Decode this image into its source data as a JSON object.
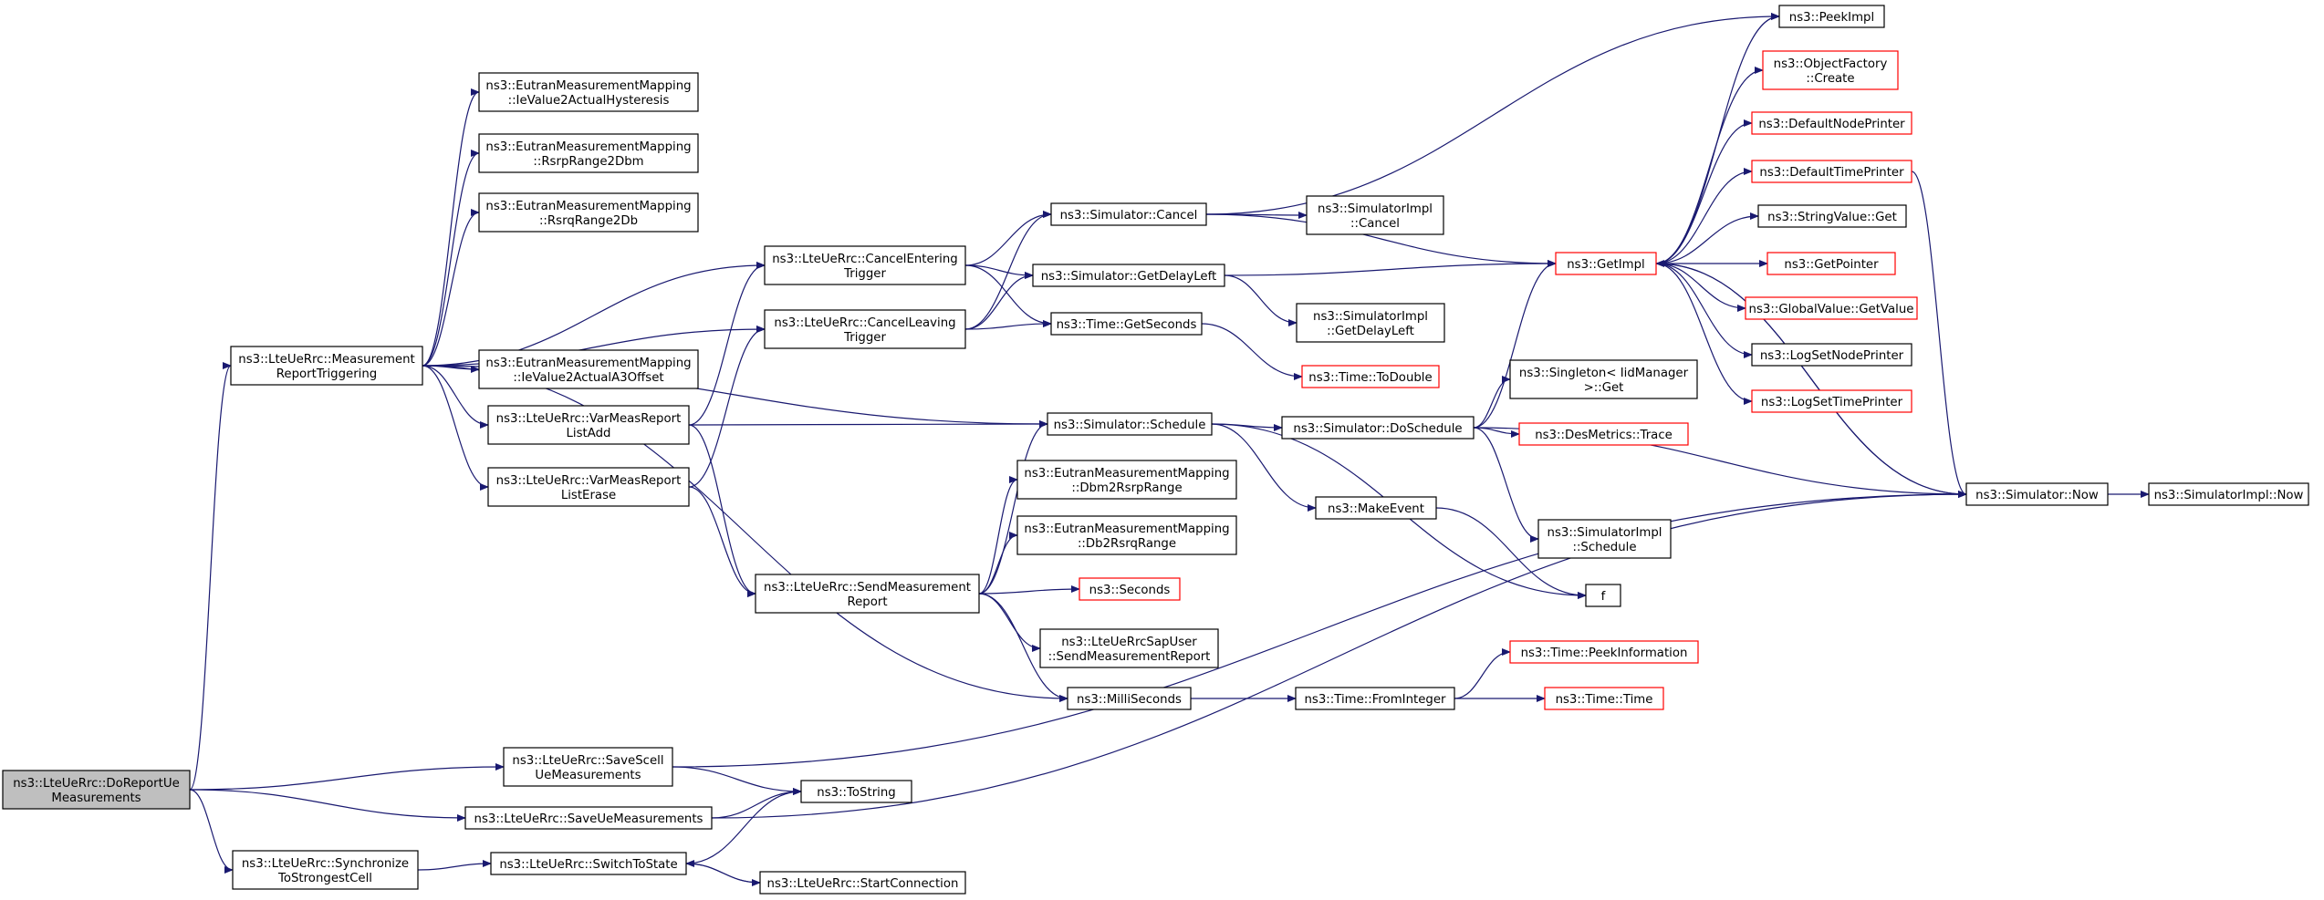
{
  "graph": {
    "nodes": [
      {
        "id": "root",
        "lines": [
          "ns3::LteUeRrc::DoReportUe",
          "Measurements"
        ],
        "style": "root"
      },
      {
        "id": "mrt",
        "lines": [
          "ns3::LteUeRrc::Measurement",
          "ReportTriggering"
        ],
        "style": "normal"
      },
      {
        "id": "ssum",
        "lines": [
          "ns3::LteUeRrc::SaveScell",
          "UeMeasurements"
        ],
        "style": "normal"
      },
      {
        "id": "sum",
        "lines": [
          "ns3::LteUeRrc::SaveUeMeasurements"
        ],
        "style": "normal"
      },
      {
        "id": "sync",
        "lines": [
          "ns3::LteUeRrc::Synchronize",
          "ToStrongestCell"
        ],
        "style": "normal"
      },
      {
        "id": "hyst",
        "lines": [
          "ns3::EutranMeasurementMapping",
          "::IeValue2ActualHysteresis"
        ],
        "style": "normal"
      },
      {
        "id": "rsrp2dbm",
        "lines": [
          "ns3::EutranMeasurementMapping",
          "::RsrpRange2Dbm"
        ],
        "style": "normal"
      },
      {
        "id": "rsrq2db",
        "lines": [
          "ns3::EutranMeasurementMapping",
          "::RsrqRange2Db"
        ],
        "style": "normal"
      },
      {
        "id": "a3off",
        "lines": [
          "ns3::EutranMeasurementMapping",
          "::IeValue2ActualA3Offset"
        ],
        "style": "normal"
      },
      {
        "id": "vmadd",
        "lines": [
          "ns3::LteUeRrc::VarMeasReport",
          "ListAdd"
        ],
        "style": "normal"
      },
      {
        "id": "vmerase",
        "lines": [
          "ns3::LteUeRrc::VarMeasReport",
          "ListErase"
        ],
        "style": "normal"
      },
      {
        "id": "switch",
        "lines": [
          "ns3::LteUeRrc::SwitchToState"
        ],
        "style": "normal"
      },
      {
        "id": "cet",
        "lines": [
          "ns3::LteUeRrc::CancelEntering",
          "Trigger"
        ],
        "style": "normal"
      },
      {
        "id": "clt",
        "lines": [
          "ns3::LteUeRrc::CancelLeaving",
          "Trigger"
        ],
        "style": "normal"
      },
      {
        "id": "smr",
        "lines": [
          "ns3::LteUeRrc::SendMeasurement",
          "Report"
        ],
        "style": "normal"
      },
      {
        "id": "tostring",
        "lines": [
          "ns3::ToString"
        ],
        "style": "normal"
      },
      {
        "id": "startconn",
        "lines": [
          "ns3::LteUeRrc::StartConnection"
        ],
        "style": "normal"
      },
      {
        "id": "cancel",
        "lines": [
          "ns3::Simulator::Cancel"
        ],
        "style": "normal"
      },
      {
        "id": "getdelay",
        "lines": [
          "ns3::Simulator::GetDelayLeft"
        ],
        "style": "normal"
      },
      {
        "id": "getsec",
        "lines": [
          "ns3::Time::GetSeconds"
        ],
        "style": "normal"
      },
      {
        "id": "schedule",
        "lines": [
          "ns3::Simulator::Schedule"
        ],
        "style": "normal"
      },
      {
        "id": "dbm2rsrp",
        "lines": [
          "ns3::EutranMeasurementMapping",
          "::Dbm2RsrpRange"
        ],
        "style": "normal"
      },
      {
        "id": "db2rsrq",
        "lines": [
          "ns3::EutranMeasurementMapping",
          "::Db2RsrqRange"
        ],
        "style": "normal"
      },
      {
        "id": "seconds",
        "lines": [
          "ns3::Seconds"
        ],
        "style": "red"
      },
      {
        "id": "sapuser",
        "lines": [
          "ns3::LteUeRrcSapUser",
          "::SendMeasurementReport"
        ],
        "style": "normal"
      },
      {
        "id": "milli",
        "lines": [
          "ns3::MilliSeconds"
        ],
        "style": "normal"
      },
      {
        "id": "implcancel",
        "lines": [
          "ns3::SimulatorImpl",
          "::Cancel"
        ],
        "style": "normal"
      },
      {
        "id": "implgetdelay",
        "lines": [
          "ns3::SimulatorImpl",
          "::GetDelayLeft"
        ],
        "style": "normal"
      },
      {
        "id": "todouble",
        "lines": [
          "ns3::Time::ToDouble"
        ],
        "style": "red"
      },
      {
        "id": "dosched",
        "lines": [
          "ns3::Simulator::DoSchedule"
        ],
        "style": "normal"
      },
      {
        "id": "makeevent",
        "lines": [
          "ns3::MakeEvent"
        ],
        "style": "normal"
      },
      {
        "id": "frominteger",
        "lines": [
          "ns3::Time::FromInteger"
        ],
        "style": "normal"
      },
      {
        "id": "getimpl",
        "lines": [
          "ns3::GetImpl"
        ],
        "style": "red"
      },
      {
        "id": "singleton",
        "lines": [
          "ns3::Singleton< IidManager",
          ">::Get"
        ],
        "style": "normal"
      },
      {
        "id": "desmetrics",
        "lines": [
          "ns3::DesMetrics::Trace"
        ],
        "style": "red"
      },
      {
        "id": "implschedule",
        "lines": [
          "ns3::SimulatorImpl",
          "::Schedule"
        ],
        "style": "normal"
      },
      {
        "id": "f",
        "lines": [
          "f"
        ],
        "style": "normal"
      },
      {
        "id": "peekinfo",
        "lines": [
          "ns3::Time::PeekInformation"
        ],
        "style": "red"
      },
      {
        "id": "timetime",
        "lines": [
          "ns3::Time::Time"
        ],
        "style": "red"
      },
      {
        "id": "peekimpl",
        "lines": [
          "ns3::PeekImpl"
        ],
        "style": "normal"
      },
      {
        "id": "objfactory",
        "lines": [
          "ns3::ObjectFactory",
          "::Create"
        ],
        "style": "red"
      },
      {
        "id": "defnode",
        "lines": [
          "ns3::DefaultNodePrinter"
        ],
        "style": "red"
      },
      {
        "id": "deftime",
        "lines": [
          "ns3::DefaultTimePrinter"
        ],
        "style": "red"
      },
      {
        "id": "strget",
        "lines": [
          "ns3::StringValue::Get"
        ],
        "style": "normal"
      },
      {
        "id": "getptr",
        "lines": [
          "ns3::GetPointer"
        ],
        "style": "red"
      },
      {
        "id": "gvget",
        "lines": [
          "ns3::GlobalValue::GetValue"
        ],
        "style": "red"
      },
      {
        "id": "lsnp",
        "lines": [
          "ns3::LogSetNodePrinter"
        ],
        "style": "normal"
      },
      {
        "id": "lstp",
        "lines": [
          "ns3::LogSetTimePrinter"
        ],
        "style": "red"
      },
      {
        "id": "simnow",
        "lines": [
          "ns3::Simulator::Now"
        ],
        "style": "normal"
      },
      {
        "id": "implnow",
        "lines": [
          "ns3::SimulatorImpl::Now"
        ],
        "style": "normal"
      }
    ],
    "edges": [
      [
        "root",
        "mrt"
      ],
      [
        "root",
        "ssum"
      ],
      [
        "root",
        "sum"
      ],
      [
        "root",
        "sync"
      ],
      [
        "mrt",
        "hyst"
      ],
      [
        "mrt",
        "rsrp2dbm"
      ],
      [
        "mrt",
        "rsrq2db"
      ],
      [
        "mrt",
        "cet"
      ],
      [
        "mrt",
        "clt"
      ],
      [
        "mrt",
        "a3off"
      ],
      [
        "mrt",
        "vmadd"
      ],
      [
        "mrt",
        "vmerase"
      ],
      [
        "mrt",
        "schedule"
      ],
      [
        "mrt",
        "milli"
      ],
      [
        "ssum",
        "tostring"
      ],
      [
        "ssum",
        "simnow"
      ],
      [
        "sum",
        "tostring"
      ],
      [
        "sum",
        "simnow"
      ],
      [
        "sync",
        "switch"
      ],
      [
        "switch",
        "tostring"
      ],
      [
        "switch",
        "startconn"
      ],
      [
        "startconn",
        "switch"
      ],
      [
        "vmadd",
        "cet"
      ],
      [
        "vmadd",
        "schedule"
      ],
      [
        "vmadd",
        "smr"
      ],
      [
        "vmerase",
        "clt"
      ],
      [
        "vmerase",
        "smr"
      ],
      [
        "cet",
        "cancel"
      ],
      [
        "cet",
        "getdelay"
      ],
      [
        "cet",
        "getsec"
      ],
      [
        "clt",
        "cancel"
      ],
      [
        "clt",
        "getdelay"
      ],
      [
        "clt",
        "getsec"
      ],
      [
        "smr",
        "schedule"
      ],
      [
        "smr",
        "dbm2rsrp"
      ],
      [
        "smr",
        "db2rsrq"
      ],
      [
        "smr",
        "seconds"
      ],
      [
        "smr",
        "sapuser"
      ],
      [
        "smr",
        "milli"
      ],
      [
        "cancel",
        "peekimpl"
      ],
      [
        "cancel",
        "implcancel"
      ],
      [
        "cancel",
        "getimpl"
      ],
      [
        "getdelay",
        "getimpl"
      ],
      [
        "getdelay",
        "implgetdelay"
      ],
      [
        "getsec",
        "todouble"
      ],
      [
        "schedule",
        "dosched"
      ],
      [
        "schedule",
        "makeevent"
      ],
      [
        "schedule",
        "f"
      ],
      [
        "milli",
        "frominteger"
      ],
      [
        "dosched",
        "getimpl"
      ],
      [
        "dosched",
        "singleton"
      ],
      [
        "dosched",
        "desmetrics"
      ],
      [
        "dosched",
        "implschedule"
      ],
      [
        "dosched",
        "simnow"
      ],
      [
        "makeevent",
        "f"
      ],
      [
        "frominteger",
        "peekinfo"
      ],
      [
        "frominteger",
        "timetime"
      ],
      [
        "getimpl",
        "peekimpl"
      ],
      [
        "getimpl",
        "objfactory"
      ],
      [
        "getimpl",
        "defnode"
      ],
      [
        "getimpl",
        "deftime"
      ],
      [
        "getimpl",
        "strget"
      ],
      [
        "getimpl",
        "getptr"
      ],
      [
        "getimpl",
        "gvget"
      ],
      [
        "getimpl",
        "lsnp"
      ],
      [
        "getimpl",
        "lstp"
      ],
      [
        "getimpl",
        "simnow"
      ],
      [
        "deftime",
        "simnow"
      ],
      [
        "simnow",
        "getimpl"
      ],
      [
        "simnow",
        "implnow"
      ]
    ]
  }
}
